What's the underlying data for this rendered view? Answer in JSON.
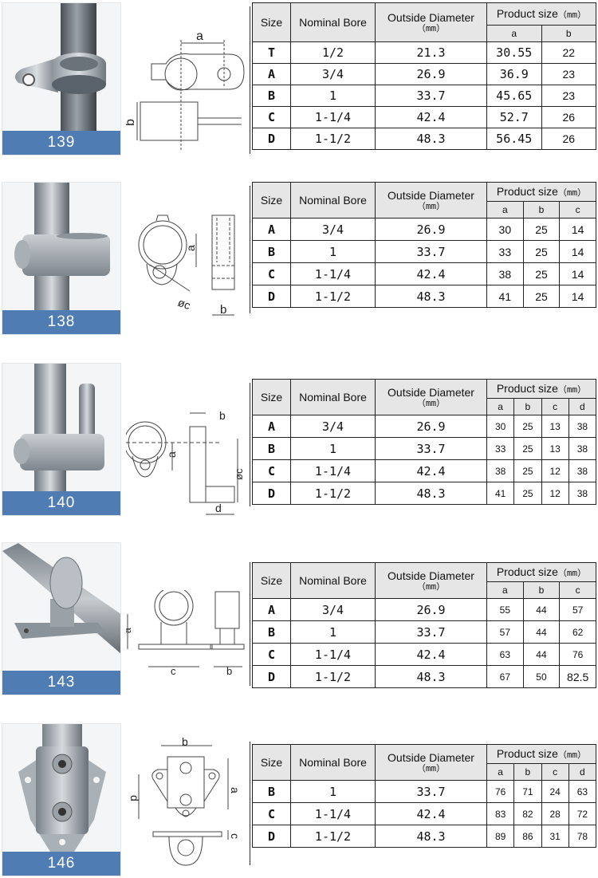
{
  "columns": {
    "size": "Size",
    "nominal_bore": "Nominal Bore",
    "outside_diameter": "Outside Diameter",
    "outside_diameter_unit": "（mm）",
    "product_size": "Product size",
    "product_size_unit": "（mm）"
  },
  "products": [
    {
      "code": "139",
      "dim_labels": [
        "a",
        "b"
      ],
      "drawing_labels": [
        "a",
        "b"
      ],
      "rows": [
        {
          "size": "T",
          "bore": "1/2",
          "od": "21.3",
          "dims": [
            "30.55",
            "22"
          ]
        },
        {
          "size": "A",
          "bore": "3/4",
          "od": "26.9",
          "dims": [
            "36.9",
            "23"
          ]
        },
        {
          "size": "B",
          "bore": "1",
          "od": "33.7",
          "dims": [
            "45.65",
            "23"
          ]
        },
        {
          "size": "C",
          "bore": "1-1/4",
          "od": "42.4",
          "dims": [
            "52.7",
            "26"
          ]
        },
        {
          "size": "D",
          "bore": "1-1/2",
          "od": "48.3",
          "dims": [
            "56.45",
            "26"
          ]
        }
      ]
    },
    {
      "code": "138",
      "dim_labels": [
        "a",
        "b",
        "c"
      ],
      "drawing_labels": [
        "a",
        "b",
        "øc"
      ],
      "rows": [
        {
          "size": "A",
          "bore": "3/4",
          "od": "26.9",
          "dims": [
            "30",
            "25",
            "14"
          ]
        },
        {
          "size": "B",
          "bore": "1",
          "od": "33.7",
          "dims": [
            "33",
            "25",
            "14"
          ]
        },
        {
          "size": "C",
          "bore": "1-1/4",
          "od": "42.4",
          "dims": [
            "38",
            "25",
            "14"
          ]
        },
        {
          "size": "D",
          "bore": "1-1/2",
          "od": "48.3",
          "dims": [
            "41",
            "25",
            "14"
          ]
        }
      ]
    },
    {
      "code": "140",
      "dim_labels": [
        "a",
        "b",
        "c",
        "d"
      ],
      "drawing_labels": [
        "a",
        "b",
        "øc",
        "d"
      ],
      "rows": [
        {
          "size": "A",
          "bore": "3/4",
          "od": "26.9",
          "dims": [
            "30",
            "25",
            "13",
            "38"
          ]
        },
        {
          "size": "B",
          "bore": "1",
          "od": "33.7",
          "dims": [
            "33",
            "25",
            "13",
            "38"
          ]
        },
        {
          "size": "C",
          "bore": "1-1/4",
          "od": "42.4",
          "dims": [
            "38",
            "25",
            "12",
            "38"
          ]
        },
        {
          "size": "D",
          "bore": "1-1/2",
          "od": "48.3",
          "dims": [
            "41",
            "25",
            "12",
            "38"
          ]
        }
      ]
    },
    {
      "code": "143",
      "dim_labels": [
        "a",
        "b",
        "c"
      ],
      "drawing_labels": [
        "a",
        "b",
        "c"
      ],
      "rows": [
        {
          "size": "A",
          "bore": "3/4",
          "od": "26.9",
          "dims": [
            "55",
            "44",
            "57"
          ]
        },
        {
          "size": "B",
          "bore": "1",
          "od": "33.7",
          "dims": [
            "57",
            "44",
            "62"
          ]
        },
        {
          "size": "C",
          "bore": "1-1/4",
          "od": "42.4",
          "dims": [
            "63",
            "44",
            "76"
          ]
        },
        {
          "size": "D",
          "bore": "1-1/2",
          "od": "48.3",
          "dims": [
            "67",
            "50",
            "82.5"
          ]
        }
      ]
    },
    {
      "code": "146",
      "dim_labels": [
        "a",
        "b",
        "c",
        "d"
      ],
      "drawing_labels": [
        "a",
        "b",
        "c",
        "d"
      ],
      "rows": [
        {
          "size": "B",
          "bore": "1",
          "od": "33.7",
          "dims": [
            "76",
            "71",
            "24",
            "63"
          ]
        },
        {
          "size": "C",
          "bore": "1-1/4",
          "od": "42.4",
          "dims": [
            "83",
            "82",
            "28",
            "72"
          ]
        },
        {
          "size": "D",
          "bore": "1-1/2",
          "od": "48.3",
          "dims": [
            "89",
            "86",
            "31",
            "78"
          ]
        }
      ]
    }
  ],
  "colors": {
    "label_banner": "#4f7db3",
    "header_bg": "#e6e6e6",
    "border": "#222222"
  }
}
